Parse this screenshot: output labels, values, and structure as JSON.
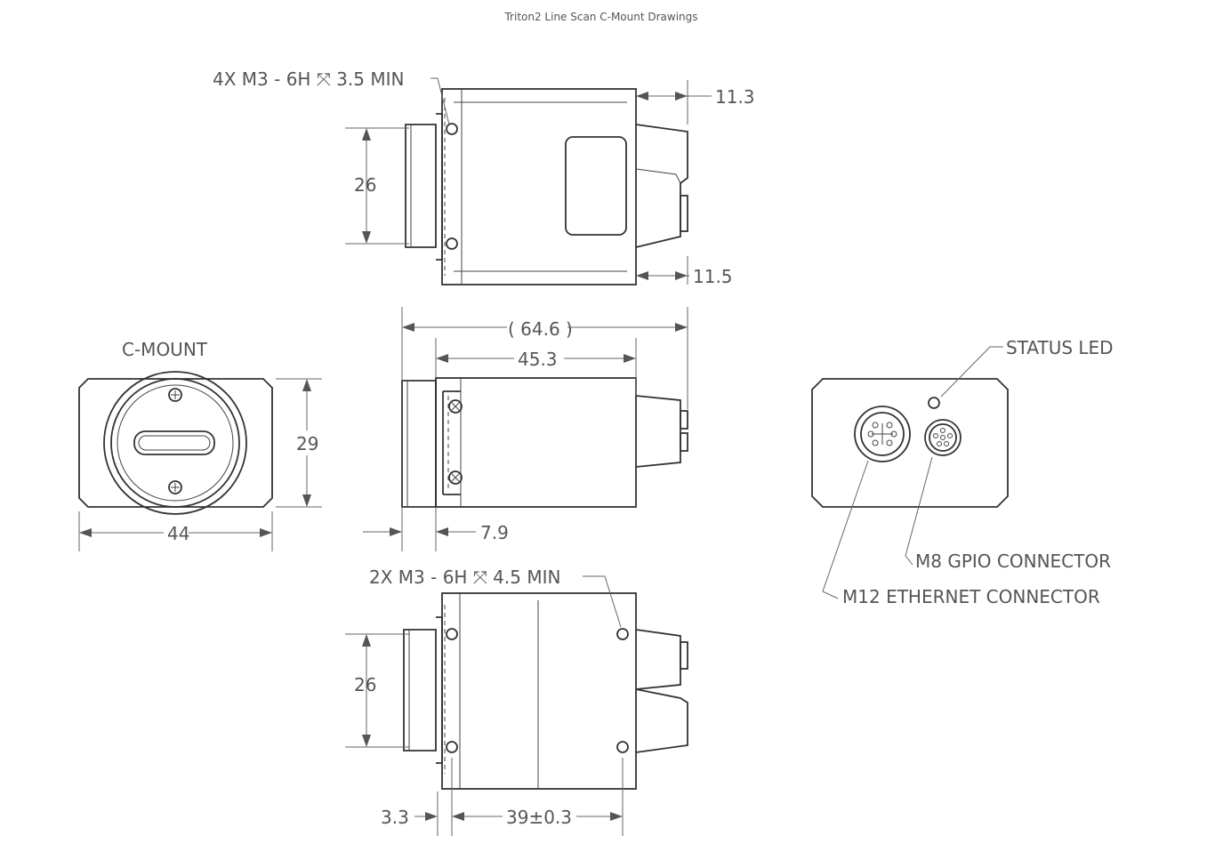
{
  "title": "Triton2 Line Scan C-Mount Drawings",
  "top_view": {
    "callout": "4X M3 - 6H ⤧ 3.5 MIN",
    "height": "26",
    "offset_top": "11.3",
    "offset_bottom": "11.5"
  },
  "side_view": {
    "overall_length": "( 64.6 )",
    "body_length": "45.3",
    "mount_length": "7.9"
  },
  "front_view": {
    "label": "C-MOUNT",
    "width": "44",
    "height": "29"
  },
  "bottom_view": {
    "callout": "2X M3 - 6H ⤧ 4.5 MIN",
    "height": "26",
    "offset": "3.3",
    "spacing": "39±0.3"
  },
  "back_view": {
    "status_led": "STATUS LED",
    "gpio": "M8 GPIO CONNECTOR",
    "ethernet": "M12 ETHERNET CONNECTOR"
  }
}
